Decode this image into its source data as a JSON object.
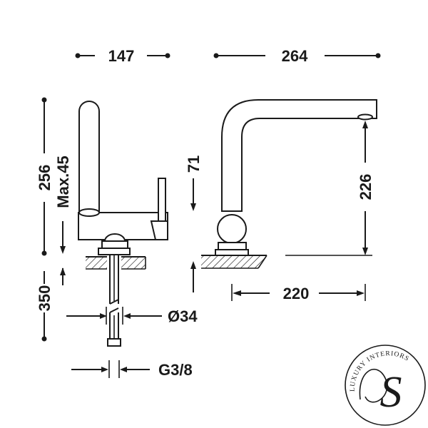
{
  "dimensions": {
    "top_left_width": "147",
    "top_right_width": "264",
    "total_height_upper": "256",
    "max_angle": "Max.45",
    "below_counter": "350",
    "spout_height": "71",
    "spout_clearance": "226",
    "hole_diameter": "Ø34",
    "connection_thread": "G3/8",
    "reach": "220"
  },
  "logo": {
    "text": "LUXURY INTERIORS",
    "monogram": "S"
  },
  "colors": {
    "ink": "#1a1a1a",
    "background": "#ffffff"
  }
}
